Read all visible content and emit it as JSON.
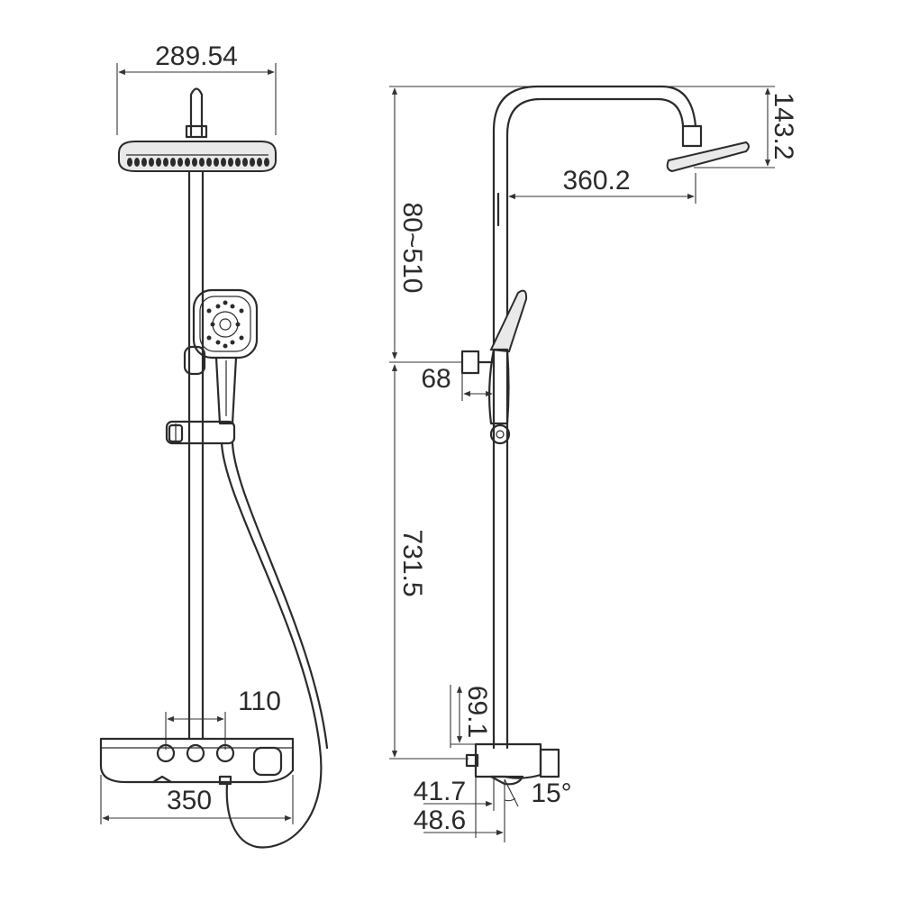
{
  "dimensions": {
    "head_width": "289.54",
    "arm_reach": "360.2",
    "head_drop": "143.2",
    "slide_range": "80~510",
    "holder_offset": "68",
    "riser_height": "731.5",
    "knob_spacing": "110",
    "body_width": "350",
    "outlet_height": "69.1",
    "depth_a": "41.7",
    "depth_b": "48.6",
    "tilt_angle": "15°"
  },
  "colors": {
    "line": "#2b2b2b",
    "background": "#ffffff"
  }
}
